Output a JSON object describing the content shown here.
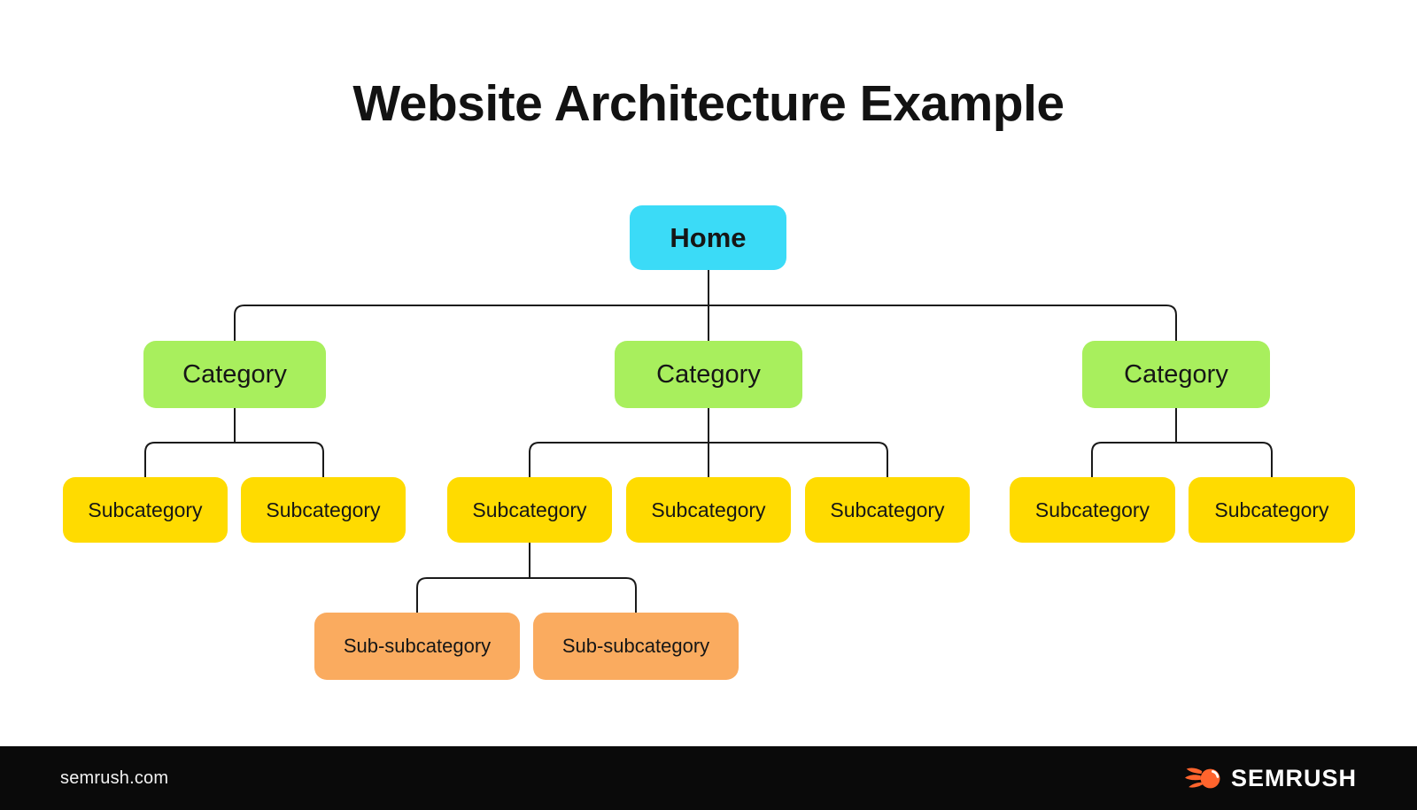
{
  "title": "Website Architecture Example",
  "diagram": {
    "home": {
      "label": "Home"
    },
    "categories": [
      {
        "label": "Category"
      },
      {
        "label": "Category"
      },
      {
        "label": "Category"
      }
    ],
    "subcategories": [
      {
        "label": "Subcategory"
      },
      {
        "label": "Subcategory"
      },
      {
        "label": "Subcategory"
      },
      {
        "label": "Subcategory"
      },
      {
        "label": "Subcategory"
      },
      {
        "label": "Subcategory"
      },
      {
        "label": "Subcategory"
      }
    ],
    "sub_subcategories": [
      {
        "label": "Sub-subcategory"
      },
      {
        "label": "Sub-subcategory"
      }
    ]
  },
  "colors": {
    "home": "#3BDBF7",
    "category": "#A8EF5D",
    "subcategory": "#FFDB00",
    "subsub": "#FAAB5F",
    "line": "#1a1a1a",
    "footer_bg": "#0A0A0A",
    "brand_orange": "#FF642D"
  },
  "footer": {
    "website": "semrush.com",
    "brand": "SEMRUSH",
    "logo_icon": "semrush-flame-icon"
  }
}
